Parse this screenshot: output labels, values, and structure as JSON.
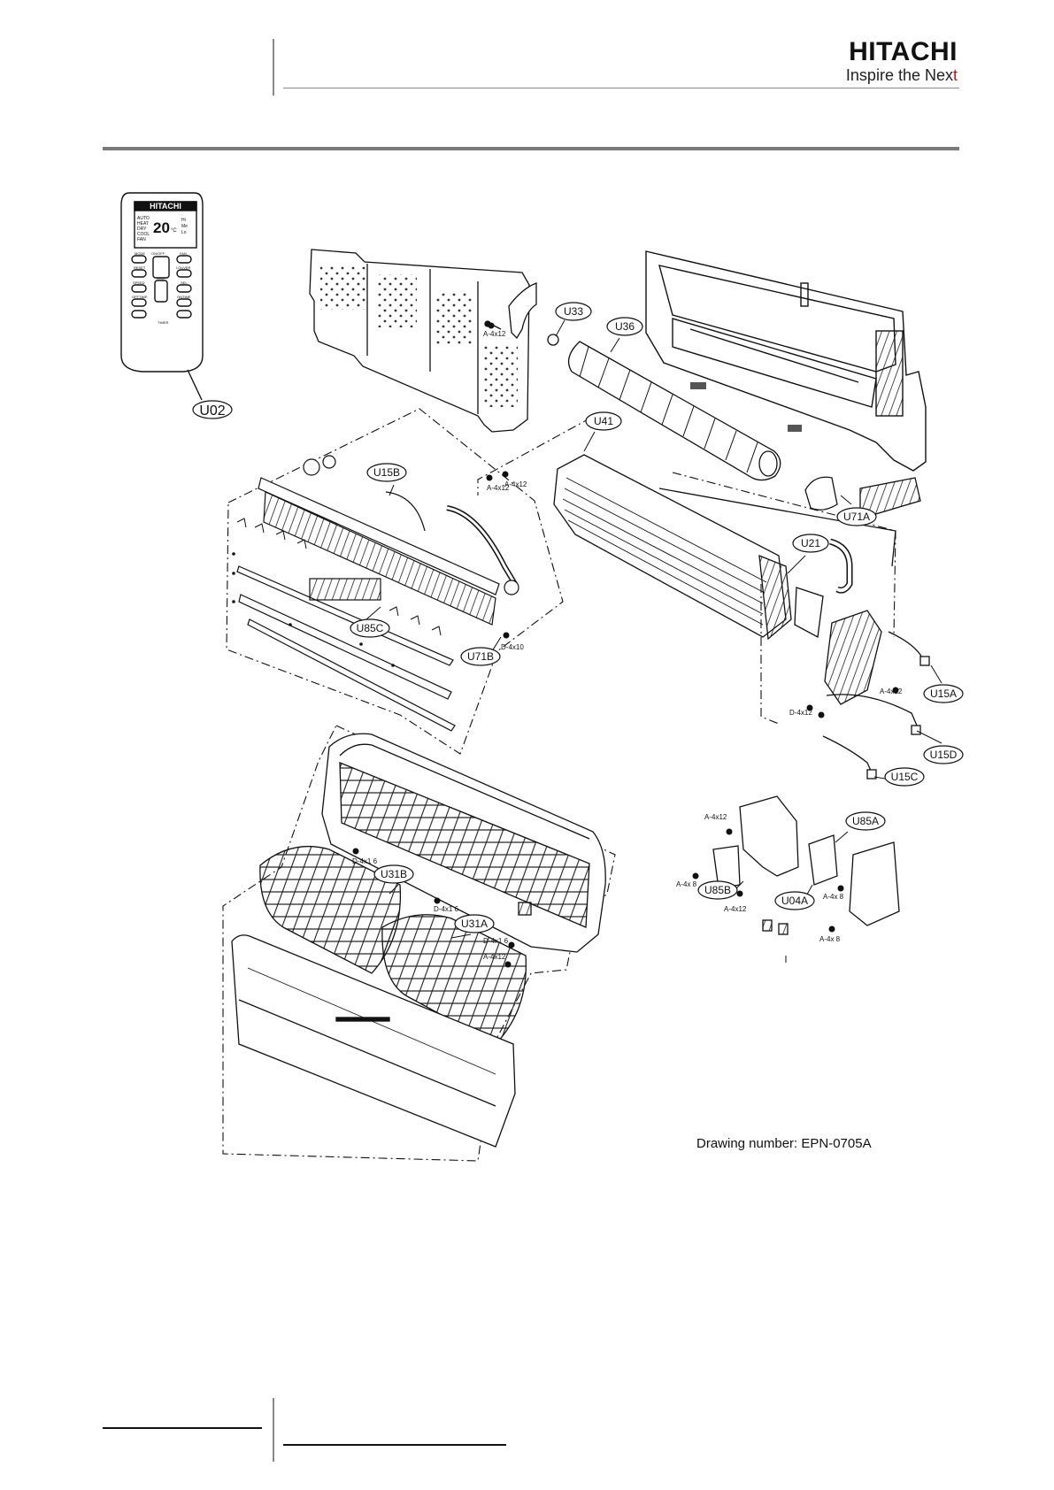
{
  "header": {
    "brand": "HITACHI",
    "slogan_main": "Inspire the Nex",
    "slogan_accent": "t"
  },
  "remote": {
    "brand": "HITACHI",
    "modes": [
      "AUTO",
      "HEAT",
      "DRY",
      "COOL",
      "FAN"
    ],
    "fan_levels": [
      "Hi",
      "Me",
      "Lo"
    ],
    "temp": "20",
    "unit": "°C",
    "buttons": [
      "MODE",
      "ON/OFF",
      "FAN",
      "RESET",
      "TEMP",
      "LOUVER",
      "SPEED",
      "SEL",
      "OFFTIME",
      "ONTIME",
      "TIMER"
    ]
  },
  "callouts": [
    "U02",
    "U33",
    "U36",
    "U41",
    "U15B",
    "U71A",
    "U21",
    "U85C",
    "U71B",
    "U15A",
    "U15D",
    "U15C",
    "U85A",
    "U31B",
    "U31A",
    "U85B",
    "U04A"
  ],
  "screws": [
    "A-4x12",
    "A-4x12",
    "A-4x12",
    "D-4x10",
    "A-4x12",
    "D-4x12",
    "A-4x12",
    "A-4x 8",
    "A-4x12",
    "A-4x 8",
    "A-4x 8",
    "D-4x1 6",
    "D-4x1 6",
    "D-4x1 6",
    "A-4x12"
  ],
  "caption": "Drawing number: EPN-0705A"
}
